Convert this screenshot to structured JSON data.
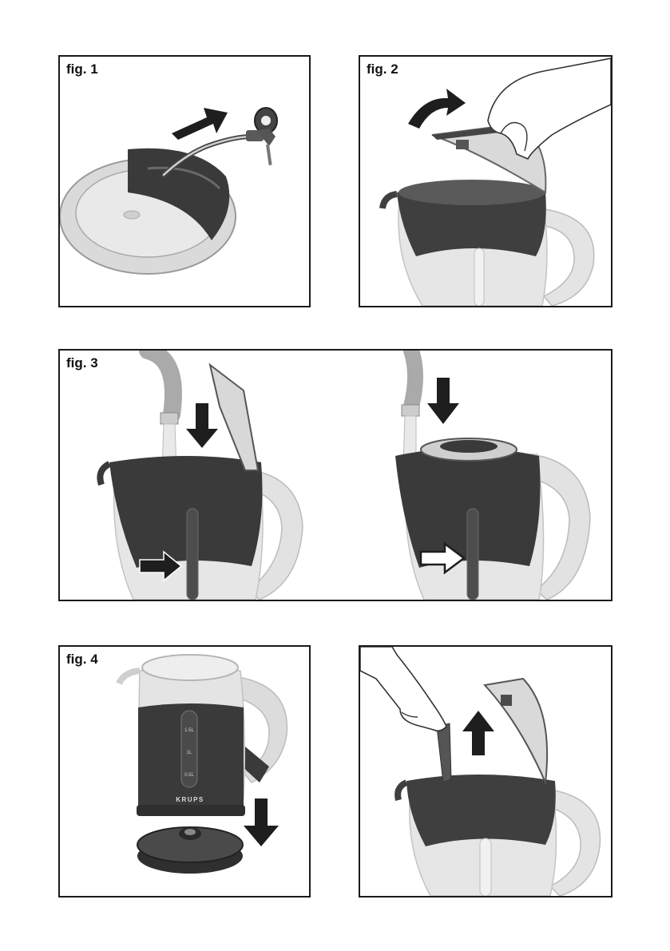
{
  "figures": {
    "fig1": {
      "label": "fig. 1"
    },
    "fig2": {
      "label": "fig. 2"
    },
    "fig3": {
      "label": "fig. 3"
    },
    "fig4": {
      "label": "fig. 4"
    }
  },
  "kettle": {
    "brand": "KRUPS",
    "gauge_marks": [
      "1.5L",
      "1L",
      "0.5L"
    ]
  },
  "colors": {
    "frame": "#1a1a1a",
    "light_body": "#e3e3e3",
    "mid_grey": "#b9b9b9",
    "dark_body": "#3d3d3d",
    "arrow": "#1e1e1e"
  }
}
